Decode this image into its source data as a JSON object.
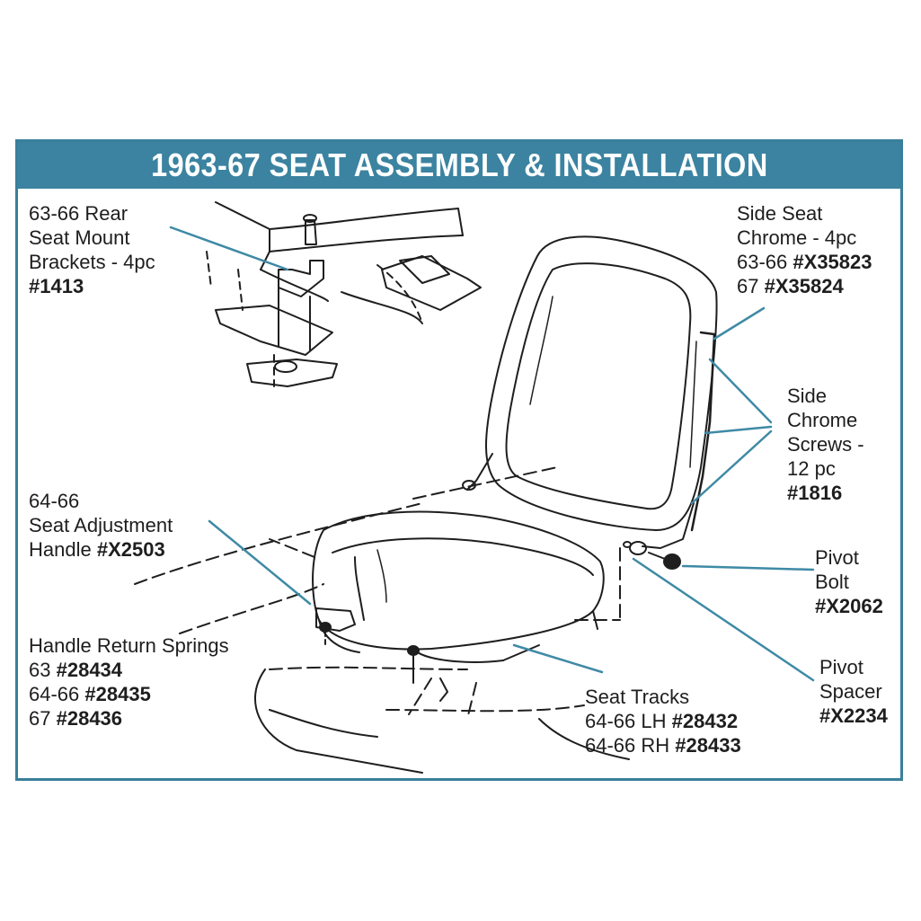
{
  "title": "1963-67 SEAT ASSEMBLY & INSTALLATION",
  "colors": {
    "accent": "#3b83a0",
    "leader": "#3f8aa5",
    "ink": "#1e1e1e"
  },
  "callouts": {
    "rear_brackets": {
      "line1": "63-66 Rear",
      "line2": "Seat Mount",
      "line3": "Brackets - 4pc",
      "part": "#1413"
    },
    "side_seat_chrome": {
      "line1": "Side Seat",
      "line2": "Chrome - 4pc",
      "year1": "63-66",
      "part1": "#X35823",
      "year2": "67",
      "part2": "#X35824"
    },
    "side_chrome_screws": {
      "line1": "Side",
      "line2": "Chrome",
      "line3": "Screws -",
      "line4": "12 pc",
      "part": "#1816"
    },
    "adjust_handle": {
      "line1": "64-66",
      "line2": "Seat Adjustment",
      "line3": "Handle",
      "part": "#X2503"
    },
    "pivot_bolt": {
      "line1": "Pivot",
      "line2": "Bolt",
      "part": "#X2062"
    },
    "return_springs": {
      "line1": "Handle Return Springs",
      "year1": "63",
      "part1": "#28434",
      "year2": "64-66",
      "part2": "#28435",
      "year3": "67",
      "part3": "#28436"
    },
    "pivot_spacer": {
      "line1": "Pivot",
      "line2": "Spacer",
      "part": "#X2234"
    },
    "seat_tracks": {
      "line1": "Seat Tracks",
      "year1": "64-66 LH",
      "part1": "#28432",
      "year2": "64-66 RH",
      "part2": "#28433"
    }
  }
}
